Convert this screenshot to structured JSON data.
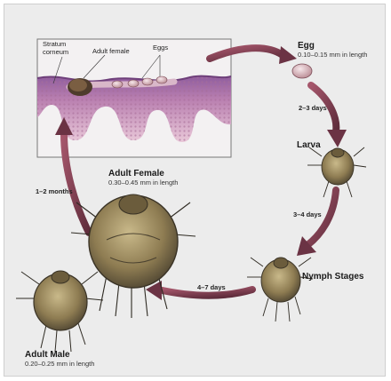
{
  "colors": {
    "panel_bg": "#ececec",
    "arrow": "#7a3b4b",
    "skin_top": "#8a5a99",
    "skin_dots": "#c79ab9",
    "mite_body": "#8a7a50",
    "mite_shadow": "#3a3326"
  },
  "skin_labels": {
    "stratum": "Stratum\ncorneum",
    "adult_female": "Adult female",
    "eggs": "Eggs"
  },
  "stages": {
    "egg": {
      "title": "Egg",
      "size": "0.10–0.15 mm in length"
    },
    "larva": {
      "title": "Larva"
    },
    "nymph": {
      "title": "Nymph Stages"
    },
    "adult_female": {
      "title": "Adult Female",
      "size": "0.30–0.45 mm in length"
    },
    "adult_male": {
      "title": "Adult Male",
      "size": "0.20–0.25 mm in length"
    }
  },
  "durations": {
    "egg_to_larva": "2–3 days",
    "larva_to_nymph": "3–4 days",
    "nymph_to_adult": "4–7 days",
    "adult_cycle": "1–2 months"
  },
  "icons": [
    "mite-icon",
    "egg-icon",
    "arrow-icon"
  ]
}
